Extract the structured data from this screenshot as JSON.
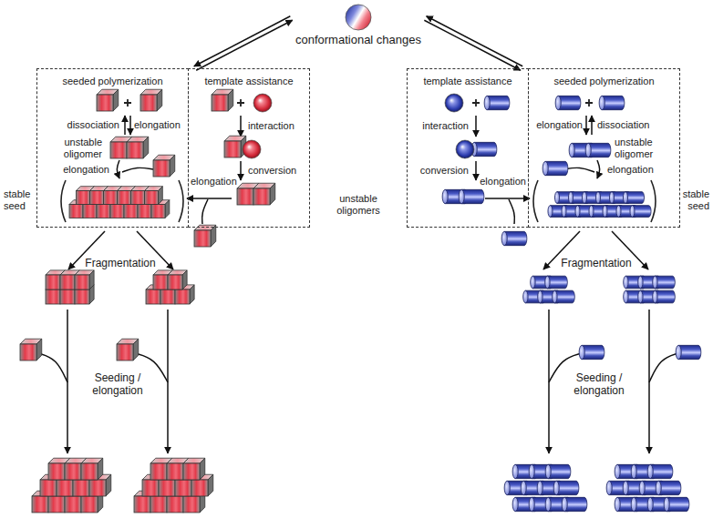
{
  "diagram": {
    "nodes": [
      {
        "text": [
          "conformational changes"
        ]
      },
      {
        "text": [
          "seeded polymerization"
        ]
      },
      {
        "text": [
          "template assistance"
        ]
      },
      {
        "text": [
          "template assistance"
        ]
      },
      {
        "text": [
          "seeded polymerization"
        ]
      }
    ],
    "edges": [
      {
        "from": 0,
        "to": 2,
        "arrow": "both"
      },
      {
        "from": 0,
        "to": 3,
        "arrow": "both"
      }
    ],
    "labels": [
      "dissociation",
      "elongation",
      "unstable oligomer",
      "elongation",
      "stable seed",
      "interaction",
      "conversion",
      "elongation",
      "unstable oligomers",
      "interaction",
      "conversion",
      "elongation",
      "elongation",
      "dissociation",
      "unstable oligomer",
      "elongation",
      "stable seed",
      "Fragmentation",
      "Fragmentation",
      "Seeding / elongation",
      "Seeding / elongation"
    ]
  }
}
